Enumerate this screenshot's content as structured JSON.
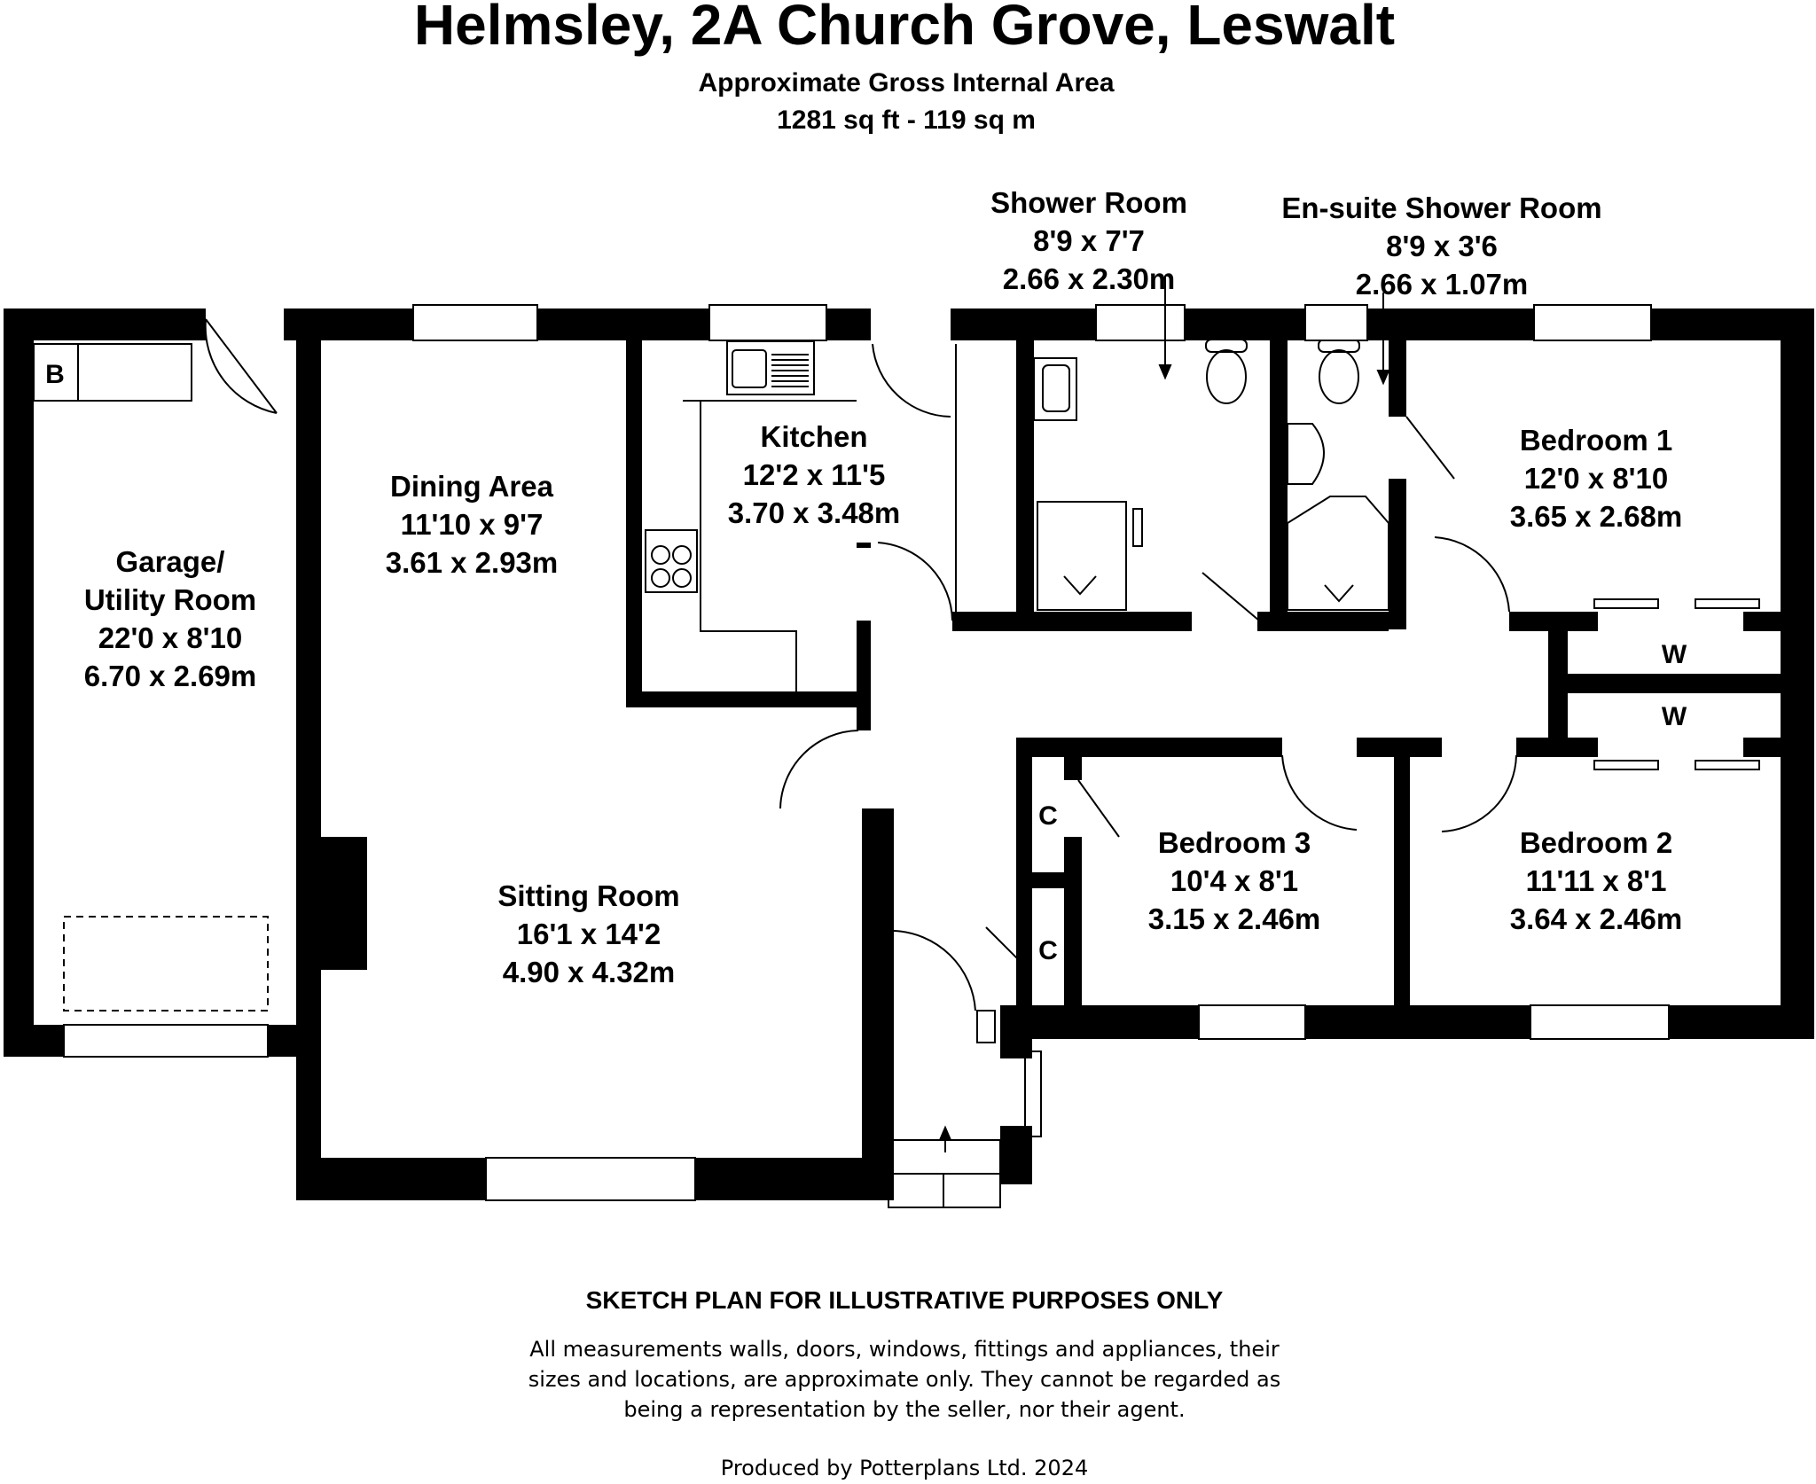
{
  "header": {
    "title": "Helmsley, 2A Church Grove, Leswalt",
    "area_label": "Approximate Gross Internal Area",
    "area_value": "1281 sq ft - 119 sq m"
  },
  "rooms": {
    "garage": {
      "name_line1": "Garage/",
      "name_line2": "Utility Room",
      "imperial": "22'0 x 8'10",
      "metric": "6.70 x 2.69m"
    },
    "dining": {
      "name": "Dining Area",
      "imperial": "11'10 x 9'7",
      "metric": "3.61 x 2.93m"
    },
    "kitchen": {
      "name": "Kitchen",
      "imperial": "12'2 x 11'5",
      "metric": "3.70 x 3.48m"
    },
    "sitting": {
      "name": "Sitting Room",
      "imperial": "16'1 x 14'2",
      "metric": "4.90 x 4.32m"
    },
    "shower": {
      "name": "Shower Room",
      "imperial": "8'9 x 7'7",
      "metric": "2.66 x 2.30m"
    },
    "ensuite": {
      "name": "En-suite Shower Room",
      "imperial": "8'9 x 3'6",
      "metric": "2.66 x 1.07m"
    },
    "bedroom1": {
      "name": "Bedroom 1",
      "imperial": "12'0 x 8'10",
      "metric": "3.65 x 2.68m"
    },
    "bedroom2": {
      "name": "Bedroom 2",
      "imperial": "11'11 x 8'1",
      "metric": "3.64 x 2.46m"
    },
    "bedroom3": {
      "name": "Bedroom 3",
      "imperial": "10'4 x 8'1",
      "metric": "3.15 x 2.46m"
    }
  },
  "tags": {
    "boiler": "B",
    "wardrobe1": "W",
    "wardrobe2": "W",
    "cupboard1": "C",
    "cupboard2": "C"
  },
  "footer": {
    "heading": "SKETCH PLAN FOR ILLUSTRATIVE PURPOSES ONLY",
    "line1": "All measurements walls, doors, windows, fittings and appliances, their",
    "line2": "sizes and locations, are approximate only. They cannot be regarded as",
    "line3": "being a representation by the seller, nor their agent.",
    "credit": "Produced by Potterplans Ltd. 2024"
  }
}
